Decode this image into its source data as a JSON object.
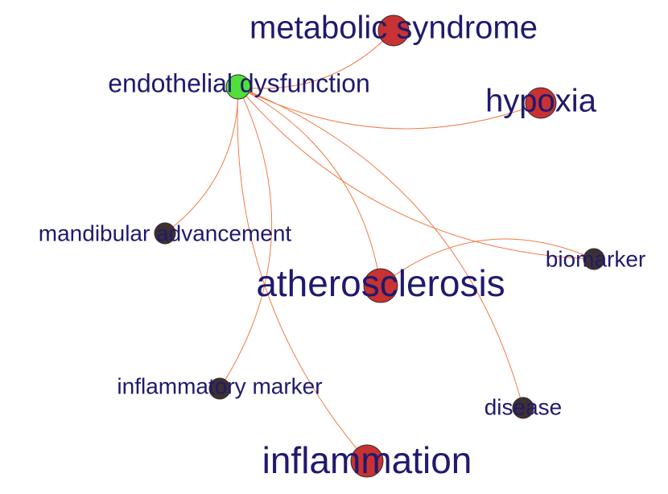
{
  "colors": {
    "background": "#ffffff",
    "edge": "#f07b46",
    "label": "#1f1a6e",
    "focus_node": "#4fe03a",
    "major_node": "#c83232",
    "minor_node": "#3d3030"
  },
  "graph": {
    "focus_node": "endothelial dysfunction",
    "nodes": [
      {
        "id": "endothelial_dysfunction",
        "label": "endothelial dysfunction",
        "kind": "focus"
      },
      {
        "id": "metabolic_syndrome",
        "label": "metabolic syndrome",
        "kind": "major"
      },
      {
        "id": "hypoxia",
        "label": "hypoxia",
        "kind": "major"
      },
      {
        "id": "mandibular_advancement",
        "label": "mandibular advancement",
        "kind": "minor"
      },
      {
        "id": "biomarker",
        "label": "biomarker",
        "kind": "minor"
      },
      {
        "id": "atherosclerosis",
        "label": "atherosclerosis",
        "kind": "major"
      },
      {
        "id": "inflammatory_marker",
        "label": "inflammatory marker",
        "kind": "minor"
      },
      {
        "id": "disease",
        "label": "disease",
        "kind": "minor"
      },
      {
        "id": "inflammation",
        "label": "inflammation",
        "kind": "major"
      }
    ],
    "edges": [
      {
        "source": "endothelial_dysfunction",
        "target": "metabolic_syndrome"
      },
      {
        "source": "endothelial_dysfunction",
        "target": "hypoxia"
      },
      {
        "source": "endothelial_dysfunction",
        "target": "mandibular_advancement"
      },
      {
        "source": "endothelial_dysfunction",
        "target": "biomarker"
      },
      {
        "source": "endothelial_dysfunction",
        "target": "atherosclerosis"
      },
      {
        "source": "endothelial_dysfunction",
        "target": "inflammatory_marker"
      },
      {
        "source": "endothelial_dysfunction",
        "target": "disease"
      },
      {
        "source": "endothelial_dysfunction",
        "target": "inflammation"
      },
      {
        "source": "atherosclerosis",
        "target": "biomarker"
      }
    ]
  }
}
